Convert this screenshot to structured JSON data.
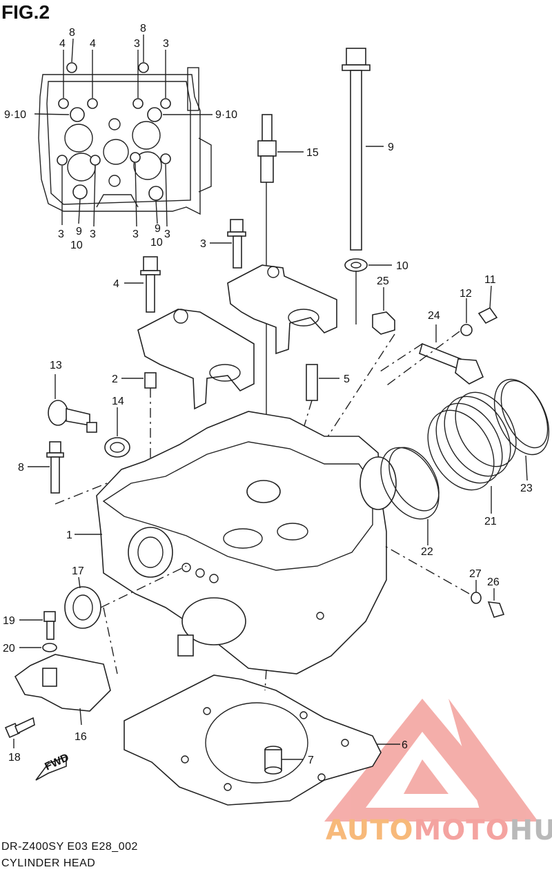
{
  "figure": {
    "title": "FIG.2"
  },
  "footer": {
    "model": "DR-Z400SY E03 E28_002",
    "section": "CYLINDER HEAD"
  },
  "watermark": {
    "auto": "AUTO",
    "moto": "MOTO",
    "hub": "HUB",
    "colors": {
      "triangle": "#f3a09c",
      "auto": "#f7b97a",
      "moto": "#f4a3a0",
      "hub": "#b9b9b9"
    }
  },
  "callouts": {
    "inset_8a": "8",
    "inset_8b": "8",
    "inset_4a": "4",
    "inset_4b": "4",
    "inset_3a": "3",
    "inset_3b": "3",
    "inset_910a": "9·10",
    "inset_910b": "9·10",
    "inset_3c": "3",
    "inset_9a": "9",
    "inset_10a": "10",
    "inset_3d": "3",
    "inset_3e": "3",
    "inset_9b": "9",
    "inset_10b": "10",
    "inset_3f": "3",
    "p15": "15",
    "p9": "9",
    "p3": "3",
    "p10": "10",
    "p4": "4",
    "p25": "25",
    "p12": "12",
    "p11": "11",
    "p24": "24",
    "p13": "13",
    "p2": "2",
    "p5": "5",
    "p14": "14",
    "p8": "8",
    "p1": "1",
    "p23": "23",
    "p21": "21",
    "p22": "22",
    "p17": "17",
    "p27": "27",
    "p26": "26",
    "p19": "19",
    "p20": "20",
    "p16": "16",
    "p18": "18",
    "p6": "6",
    "p7": "7"
  },
  "fwd_label": "FWD"
}
